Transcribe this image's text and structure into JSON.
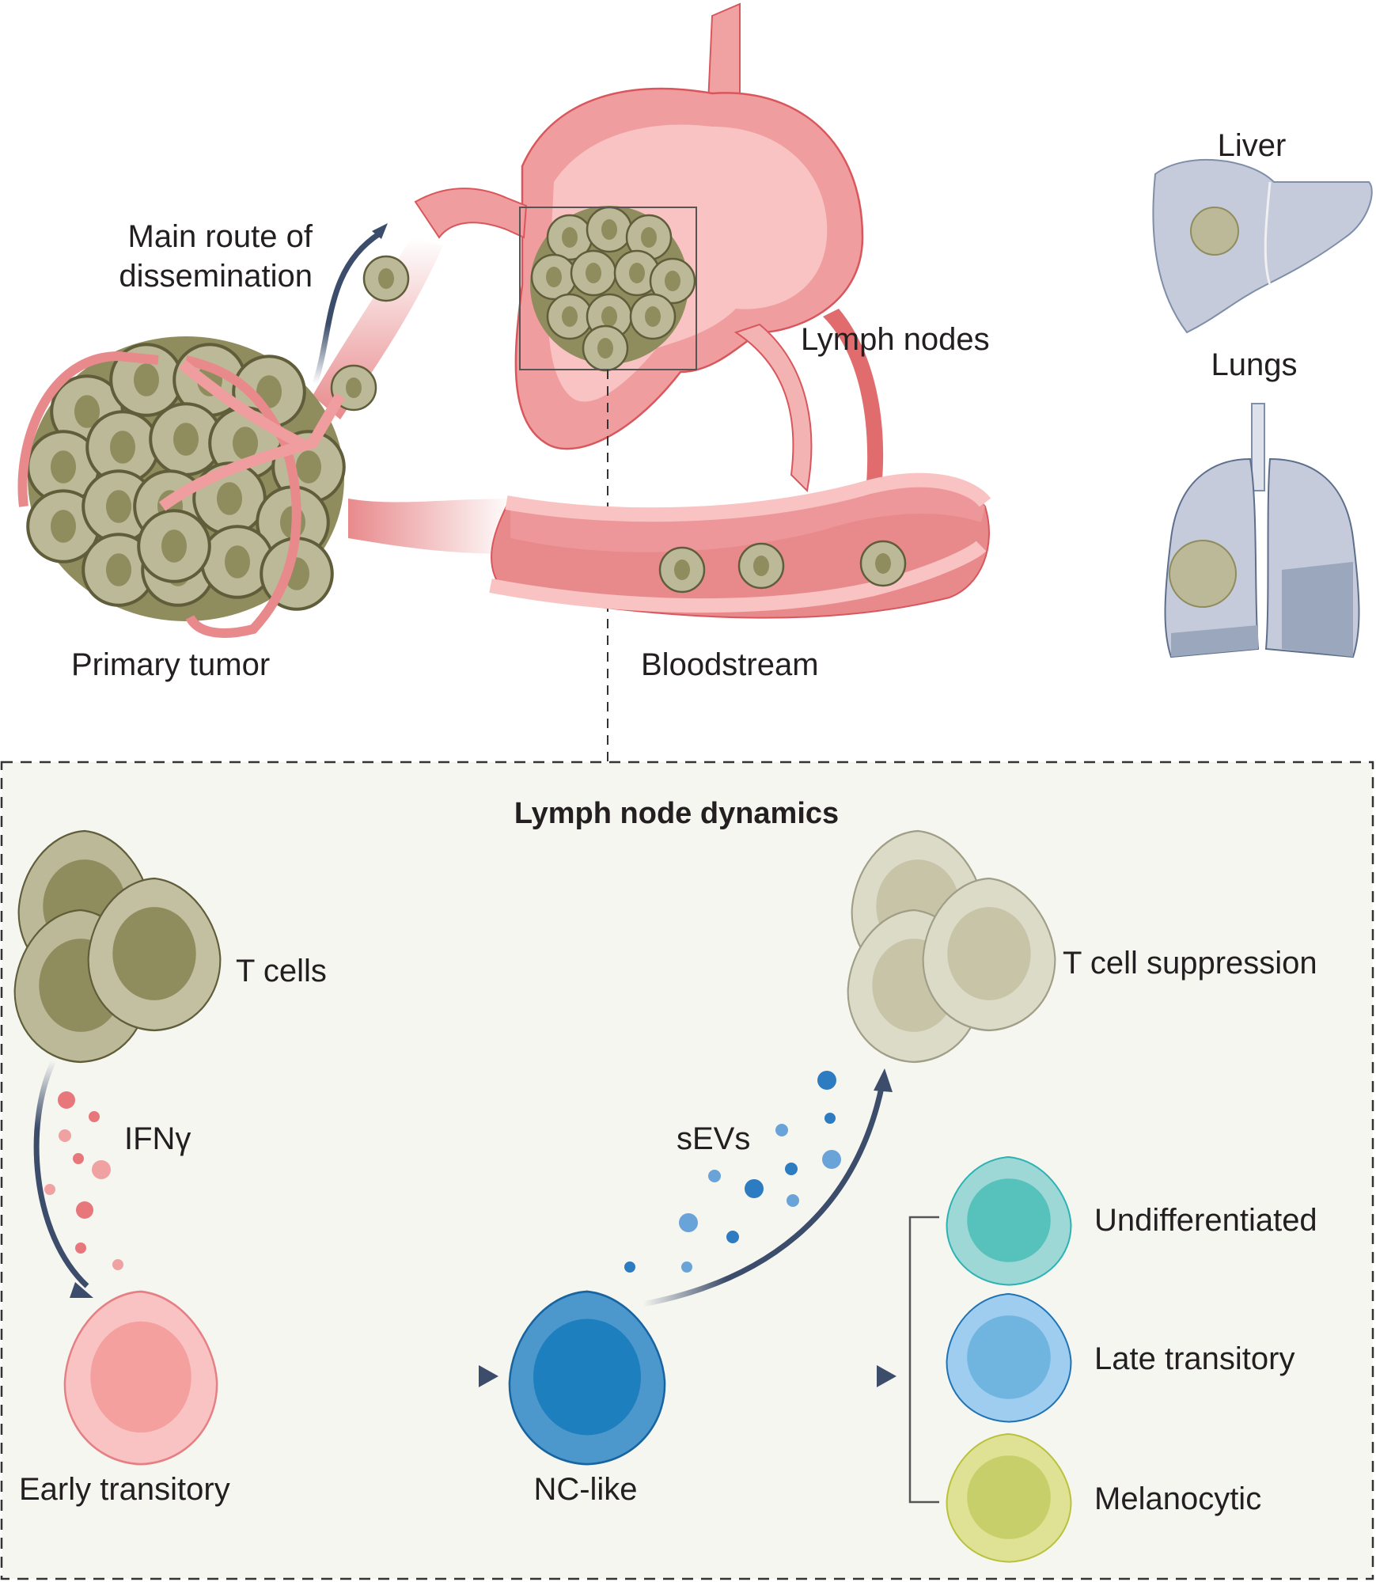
{
  "figure": {
    "top_panel": {
      "labels": {
        "main_route": [
          "Main route of",
          "dissemination"
        ],
        "primary_tumor": "Primary tumor",
        "lymph_nodes": "Lymph nodes",
        "bloodstream": "Bloodstream",
        "liver": "Liver",
        "lungs": "Lungs"
      }
    },
    "inset_panel": {
      "title": "Lymph node dynamics",
      "labels": {
        "t_cells": "T cells",
        "ifng": "IFNγ",
        "early_transitory": "Early transitory",
        "nc_like": "NC-like",
        "sevs": "sEVs",
        "t_cell_suppression": "T cell suppression"
      },
      "outcomes": [
        {
          "label": "Undifferentiated",
          "color": "#56c2bb"
        },
        {
          "label": "Late transitory",
          "color": "#6fb5e0"
        },
        {
          "label": "Melanocytic",
          "color": "#c7cf6a"
        }
      ]
    },
    "colors": {
      "tumor_cell": "#bcb998",
      "tumor_nucleus": "#8f8c5e",
      "vessel": "#e88a8c",
      "lymph_node": "#f4b5b4",
      "organ": "#c5cbdb",
      "arrow": "#3c4d6b",
      "inset_bg": "#f6f6f1",
      "early_transitory": "#f3a09e",
      "nc_like": "#1d7fbd"
    }
  }
}
